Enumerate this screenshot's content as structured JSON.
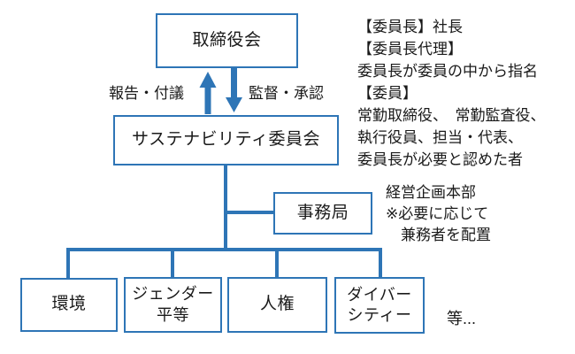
{
  "colors": {
    "accent": "#2E75B6",
    "text": "#1a1a1a",
    "background": "#ffffff"
  },
  "diagram": {
    "board": {
      "label": "取締役会"
    },
    "committee": {
      "label": "サステナビリティ委員会"
    },
    "secretariat": {
      "label": "事務局"
    },
    "arrow_up_label": "報告・付議",
    "arrow_down_label": "監督・承認",
    "subcommittees": [
      {
        "label": "環境"
      },
      {
        "label": "ジェンダー\n平等"
      },
      {
        "label": "人権"
      },
      {
        "label": "ダイバー\nシティー"
      }
    ],
    "etc_label": "等...",
    "membership_note": "【委員長】社長\n【委員長代理】\n委員長が委員の中から指名\n【委員】\n常勤取締役、　常勤監査役、\n執行役員、担当・代表、\n委員長が必要と認めた者",
    "secretariat_note": "経営企画本部\n※必要に応じて\n　兼務者を配置"
  }
}
